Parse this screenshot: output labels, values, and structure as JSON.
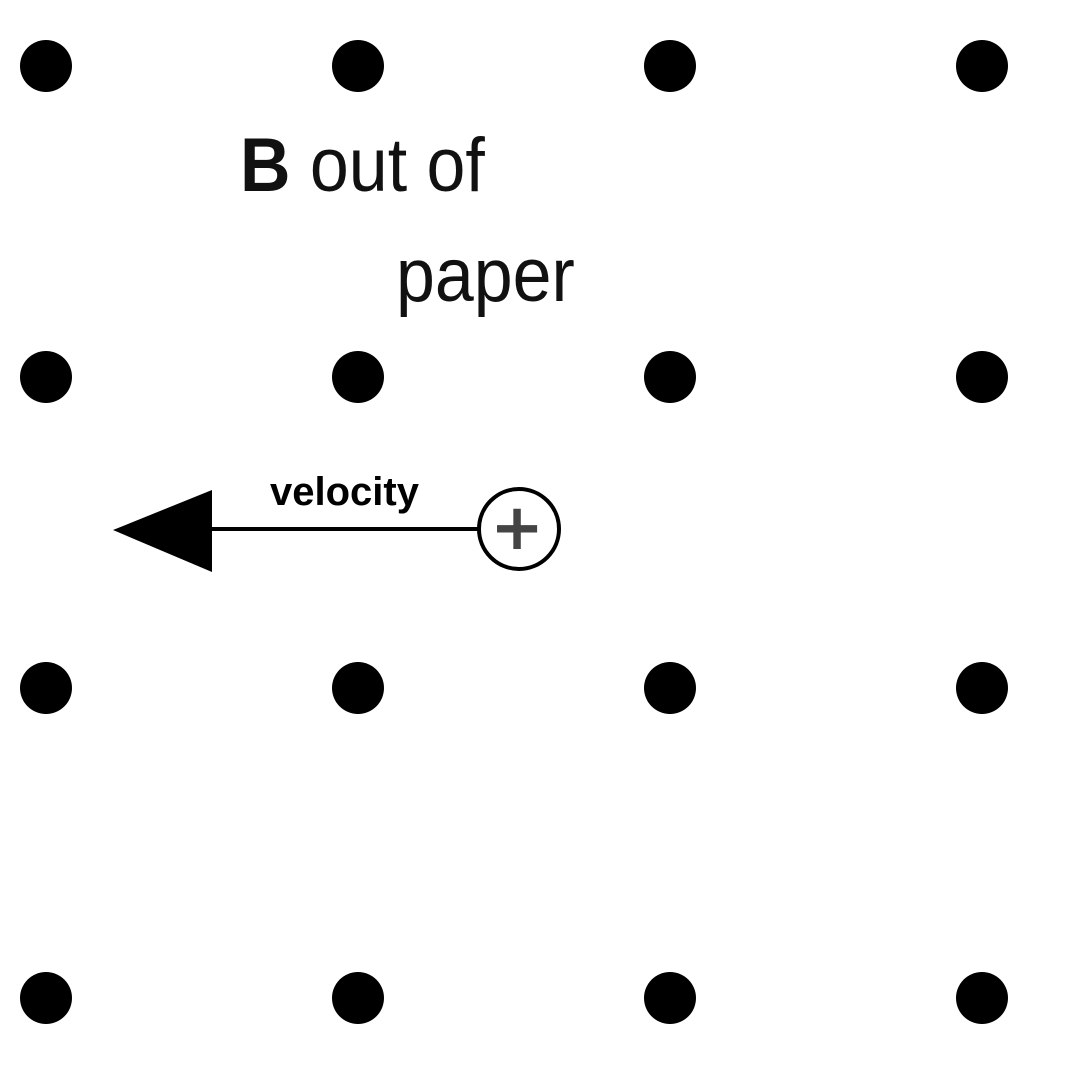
{
  "field_label": {
    "symbol": "B",
    "text_line1": " out of",
    "text_line2": "paper"
  },
  "velocity_label": "velocity",
  "charge_sign": "+",
  "colors": {
    "dot": "#000000",
    "charge_symbol": "#444444",
    "text": "#111111"
  },
  "icons": {
    "field_dot": "field-out-of-page-dot",
    "charge": "positive-charge-icon"
  }
}
